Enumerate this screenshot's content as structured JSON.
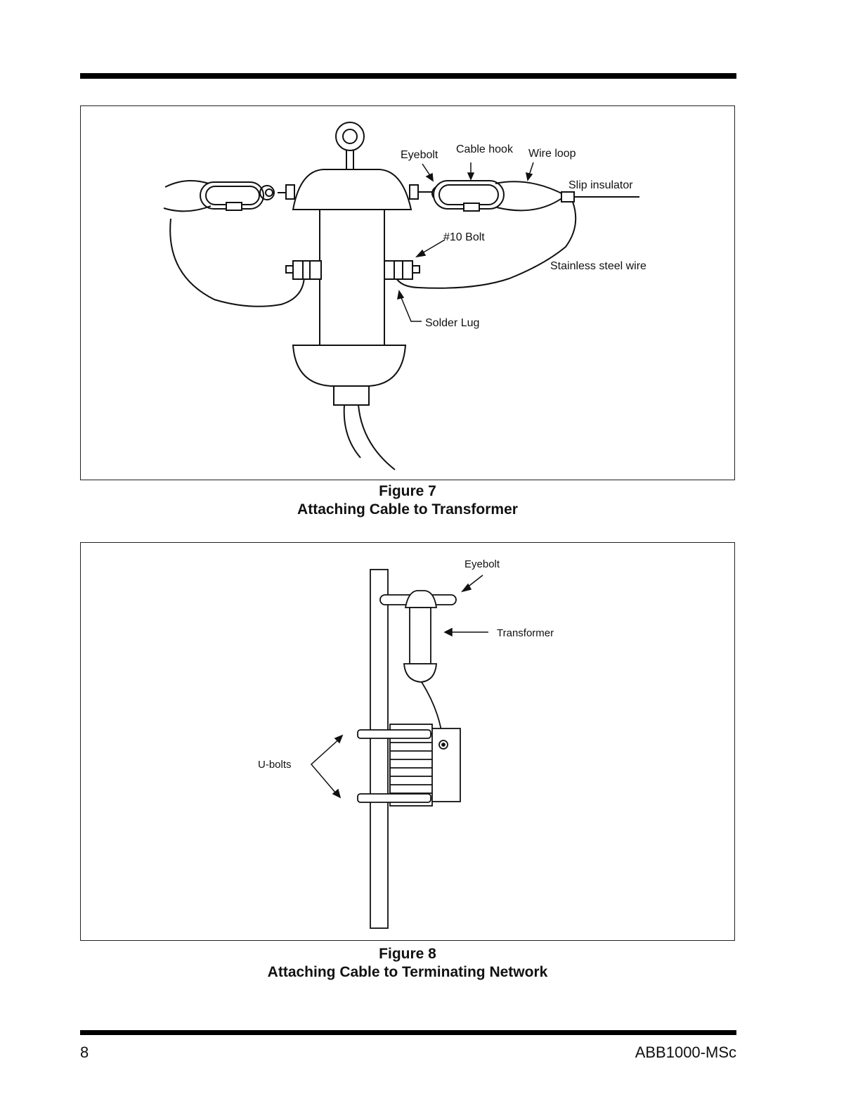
{
  "figure7": {
    "labels": {
      "eyebolt": "Eyebolt",
      "cable_hook": "Cable hook",
      "wire_loop": "Wire loop",
      "slip_insulator": "Slip insulator",
      "bolt": "#10 Bolt",
      "stainless_wire": "Stainless steel wire",
      "solder_lug": "Solder Lug"
    },
    "caption_number": "Figure 7",
    "caption_title": "Attaching Cable to Transformer"
  },
  "figure8": {
    "labels": {
      "eyebolt": "Eyebolt",
      "transformer": "Transformer",
      "u_bolts": "U-bolts"
    },
    "caption_number": "Figure 8",
    "caption_title": "Attaching Cable to Terminating Network"
  },
  "footer": {
    "page_number": "8",
    "doc_id": "ABB1000-MSc"
  }
}
